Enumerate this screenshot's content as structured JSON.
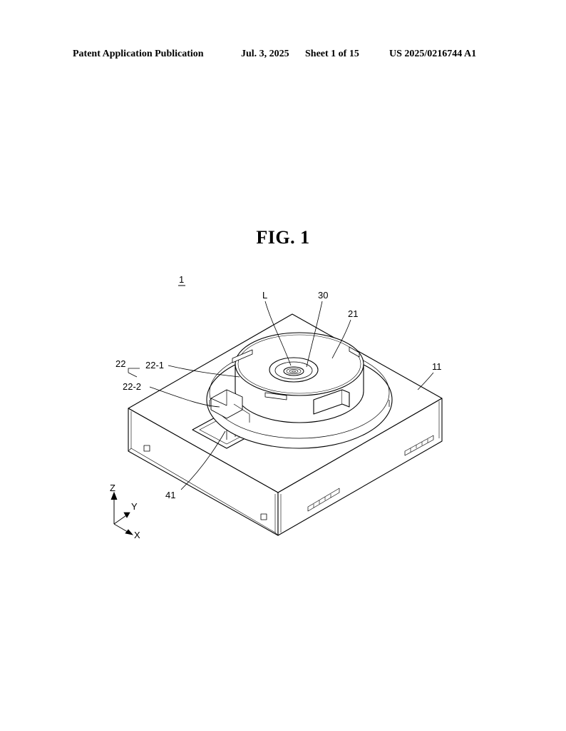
{
  "header": {
    "publication": "Patent Application Publication",
    "date": "Jul. 3, 2025",
    "sheet": "Sheet 1 of 15",
    "number": "US 2025/0216744 A1"
  },
  "figure": {
    "title": "FIG. 1",
    "labels": {
      "device": "1",
      "lens_axis": "L",
      "lens": "30",
      "holder": "21",
      "housing": "11",
      "group": "22",
      "part_a": "22-1",
      "part_b": "22-2",
      "connector": "41"
    },
    "axes": {
      "z": "Z",
      "y": "Y",
      "x": "X"
    }
  }
}
